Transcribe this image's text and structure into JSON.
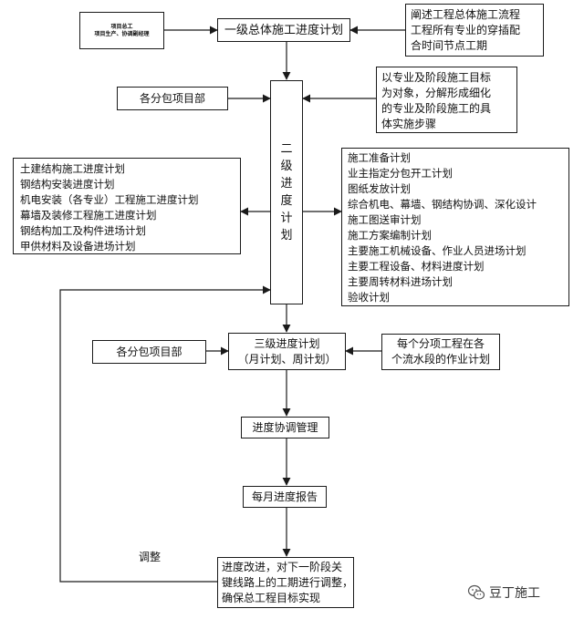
{
  "colors": {
    "line": "#1a1a1a",
    "text": "#111111"
  },
  "nodes": {
    "project_office": {
      "lines": [
        "项目总工",
        "项目生产、协调副经理"
      ]
    },
    "level1_plan": {
      "label": "一级总体施工进度计划"
    },
    "level1_desc": {
      "lines": [
        "阐述工程总体施工流程",
        "工程所有专业的穿插配",
        "合时间节点工期"
      ]
    },
    "subcontractors_top": {
      "label": "各分包项目部"
    },
    "level2_desc": {
      "lines": [
        "以专业及阶段施工目标",
        "为对象，分解形成细化",
        "的专业及阶段施工的具",
        "体实施步骤"
      ]
    },
    "level2_plan": {
      "chars": [
        "二",
        "级",
        "进",
        "度",
        "计",
        "划"
      ]
    },
    "left_plans": {
      "lines": [
        "土建结构施工进度计划",
        "钢结构安装进度计划",
        "机电安装（各专业）工程施工进度计划",
        "幕墙及装修工程施工进度计划",
        "钢结构加工及构件进场计划",
        "甲供材料及设备进场计划"
      ]
    },
    "right_plans": {
      "lines": [
        "施工准备计划",
        "业主指定分包开工计划",
        "图纸发放计划",
        "综合机电、幕墙、钢结构协调、深化设计",
        "施工图送审计划",
        "施工方案编制计划",
        "主要施工机械设备、作业人员进场计划",
        "主要工程设备、材料进度计划",
        "主要周转材料进场计划",
        "验收计划"
      ]
    },
    "subcontractors_bottom": {
      "label": "各分包项目部"
    },
    "level3_plan": {
      "lines": [
        "三级进度计划",
        "（月计划、周计划）"
      ]
    },
    "level3_desc": {
      "lines": [
        "每个分项工程在各",
        "个流水段的作业计划"
      ]
    },
    "coordination": {
      "label": "进度协调管理"
    },
    "monthly_report": {
      "label": "每月进度报告"
    },
    "improvement": {
      "lines": [
        "进度改进，对下一阶段关",
        "键线路上的工期进行调整，",
        "确保总工程目标实现"
      ]
    }
  },
  "feedback_label": "调整",
  "watermark": {
    "text": "豆丁施工",
    "icon": "wechat-icon"
  }
}
